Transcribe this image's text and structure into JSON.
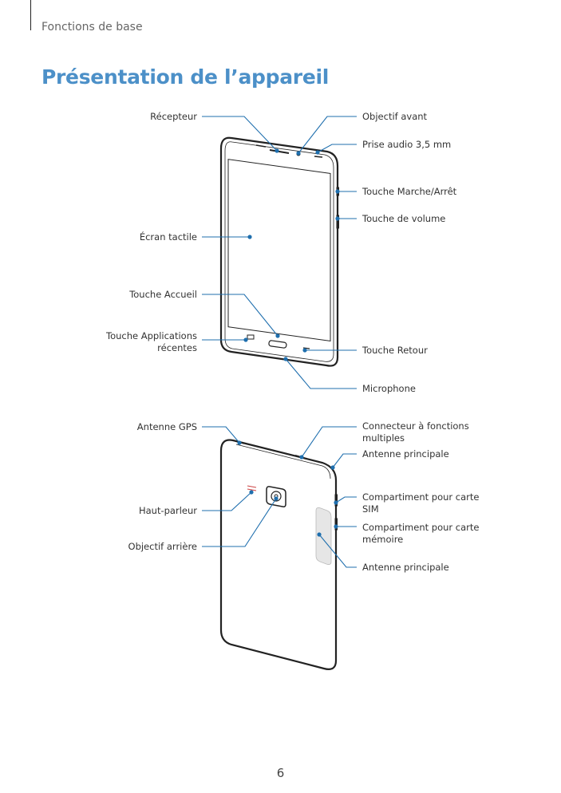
{
  "header": {
    "section": "Fonctions de base"
  },
  "title": "Présentation de l’appareil",
  "front": {
    "left_labels": {
      "receiver": "Récepteur",
      "touchscreen": "Écran tactile",
      "home_key": "Touche Accueil",
      "recent_apps_key": [
        "Touche Applications",
        "récentes"
      ]
    },
    "right_labels": {
      "front_camera": "Objectif avant",
      "audio_jack": "Prise audio 3,5 mm",
      "power_key": "Touche Marche/Arrêt",
      "volume_key": "Touche de volume",
      "back_key": "Touche Retour",
      "microphone": "Microphone"
    }
  },
  "back": {
    "left_labels": {
      "gps_antenna": "Antenne GPS",
      "speaker": "Haut-parleur",
      "rear_camera": "Objectif arrière"
    },
    "right_labels": {
      "multipurpose_jack": [
        "Connecteur à fonctions",
        "multiples"
      ],
      "main_antenna_top": "Antenne principale",
      "sim_tray": [
        "Compartiment pour carte",
        "SIM"
      ],
      "memory_tray": [
        "Compartiment pour carte",
        "mémoire"
      ],
      "main_antenna_bottom": "Antenne principale"
    }
  },
  "page_number": "6",
  "colors": {
    "accent": "#4c90c8",
    "leader": "#1f6fae",
    "text": "#333333"
  }
}
